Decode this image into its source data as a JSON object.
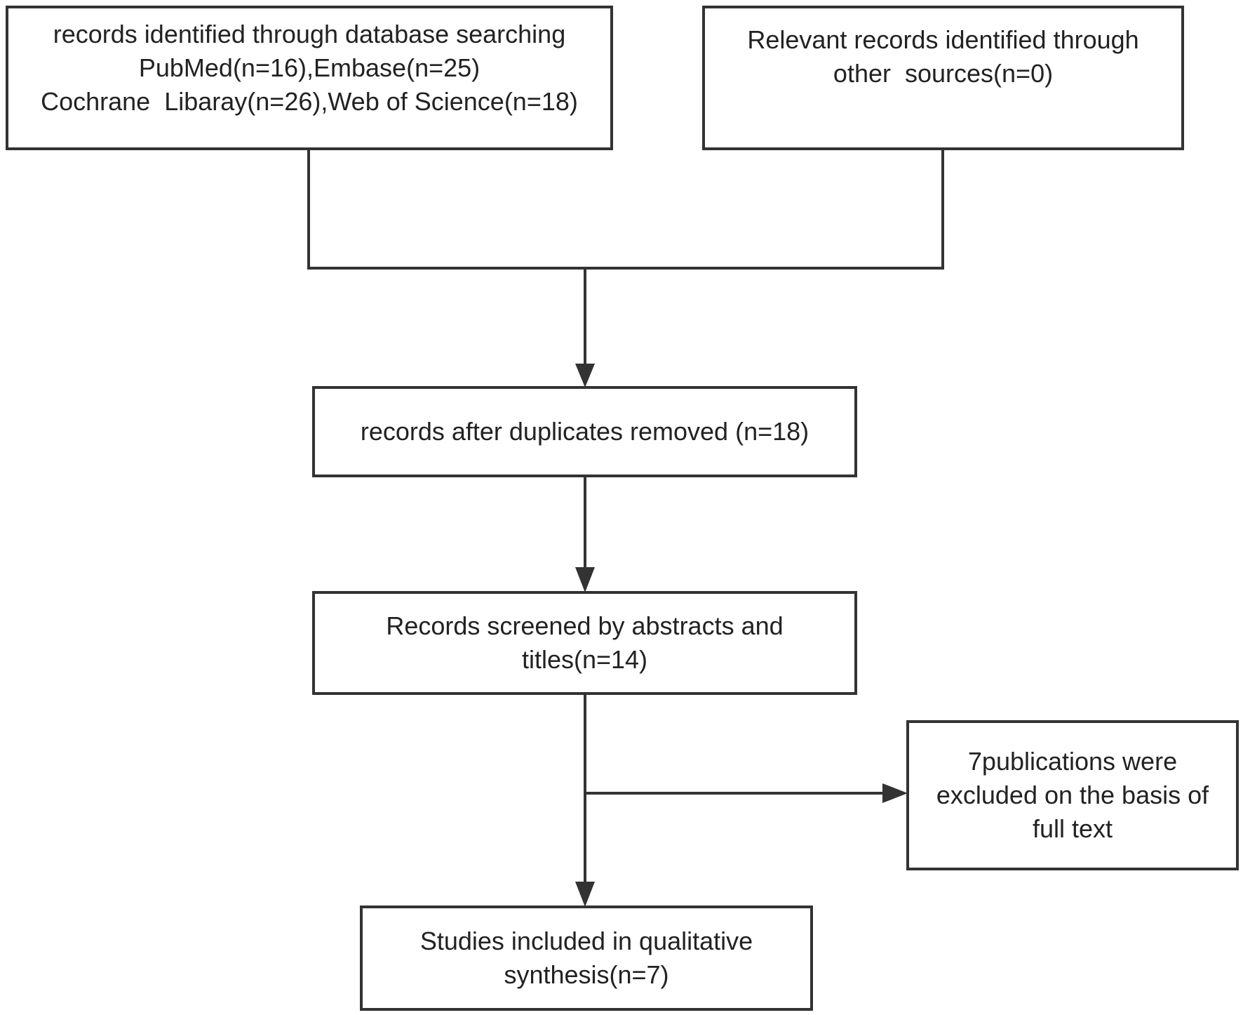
{
  "boxes": {
    "database_search": {
      "lines": [
        "records identified through database searching",
        "PubMed(n=16),Embase(n=25)",
        "Cochrane  Libaray(n=26),Web of Science(n=18)"
      ]
    },
    "other_sources": {
      "lines": [
        "Relevant records identified through",
        "other  sources(n=0)"
      ]
    },
    "duplicates_removed": {
      "lines": [
        "records after duplicates removed (n=18)"
      ]
    },
    "screened": {
      "lines": [
        "Records screened by abstracts and",
        "titles(n=14)"
      ]
    },
    "excluded": {
      "lines": [
        "7publications were",
        "excluded on the basis of",
        "full text"
      ]
    },
    "included": {
      "lines": [
        "Studies included in qualitative",
        "synthesis(n=7)"
      ]
    }
  },
  "colors": {
    "border": "#333333",
    "arrow": "#333333",
    "text": "#222222",
    "background": "#ffffff"
  }
}
